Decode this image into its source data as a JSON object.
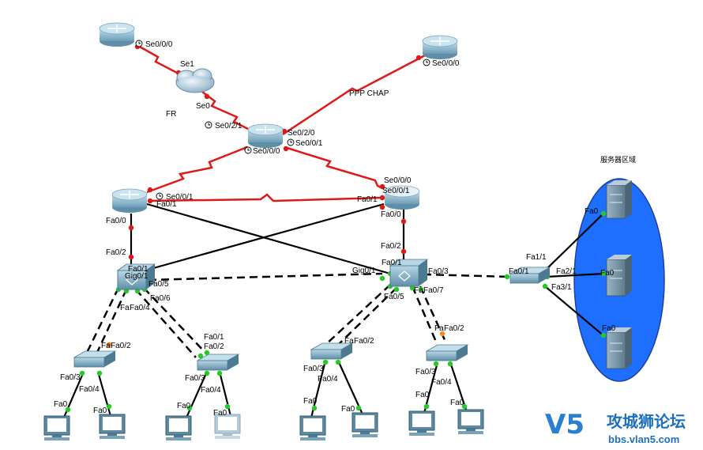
{
  "diagram": {
    "nodes": [
      {
        "id": "r-top-left",
        "type": "router",
        "ports": [
          "Se0/0/0"
        ]
      },
      {
        "id": "r-top-right",
        "type": "router",
        "ports": [
          "Se0/0/0"
        ]
      },
      {
        "id": "frame-relay",
        "type": "cloud",
        "label": "FR",
        "ports": [
          "Se1",
          "Se0"
        ]
      },
      {
        "id": "r-core",
        "type": "router",
        "ports": [
          "Se0/2/1",
          "Se0/2/0",
          "Se0/0/1",
          "Se0/0/0"
        ]
      },
      {
        "id": "r-dist-left",
        "type": "router",
        "ports": [
          "Se0/0/1",
          "Fa0/1",
          "Fa0/0"
        ]
      },
      {
        "id": "r-dist-right",
        "type": "router",
        "ports": [
          "Se0/0/0",
          "Se0/0/1",
          "Fa0/1",
          "Fa0/0"
        ]
      },
      {
        "id": "ml-switch-left",
        "type": "multilayer-switch",
        "ports": [
          "Fa0/2",
          "Fa0/1",
          "Gig0/1",
          "Fa0/5",
          "Fa0/4",
          "Fa0/6",
          "Fa"
        ]
      },
      {
        "id": "ml-switch-right",
        "type": "multilayer-switch",
        "ports": [
          "Fa0/2",
          "Fa0/1",
          "Gig0/1",
          "Fa0/3",
          "Fa0/5",
          "Fa0/7",
          "Fa"
        ]
      },
      {
        "id": "sw-a",
        "type": "switch",
        "ports": [
          "Fa",
          "Fa0/2",
          "Fa0/3",
          "Fa0/4"
        ]
      },
      {
        "id": "sw-b",
        "type": "switch",
        "ports": [
          "Fa0/1",
          "Fa0/2",
          "Fa0/3",
          "Fa0/4"
        ]
      },
      {
        "id": "sw-c",
        "type": "switch",
        "ports": [
          "Fa",
          "Fa0/2",
          "Fa0/3",
          "Fa0/4"
        ]
      },
      {
        "id": "sw-d",
        "type": "switch",
        "ports": [
          "Fa",
          "Fa0/2",
          "Fa0/3",
          "Fa0/4"
        ]
      },
      {
        "id": "sw-server",
        "type": "switch",
        "ports": [
          "Fa0/1",
          "Fa1/1",
          "Fa2/1",
          "Fa3/1"
        ]
      },
      {
        "id": "server-1",
        "type": "server",
        "ports": [
          "Fa0"
        ]
      },
      {
        "id": "server-2",
        "type": "server",
        "ports": [
          "Fa0"
        ]
      },
      {
        "id": "server-3",
        "type": "server",
        "ports": [
          "Fa0"
        ]
      },
      {
        "id": "pc-1",
        "type": "pc",
        "ports": [
          "Fa0"
        ]
      },
      {
        "id": "pc-2",
        "type": "pc",
        "ports": [
          "Fa0"
        ]
      },
      {
        "id": "pc-3",
        "type": "pc",
        "ports": [
          "Fa0"
        ]
      },
      {
        "id": "pc-4",
        "type": "pc",
        "ports": [
          "Fa0"
        ]
      },
      {
        "id": "pc-5",
        "type": "pc",
        "ports": [
          "Fa0"
        ]
      },
      {
        "id": "pc-6",
        "type": "pc",
        "ports": [
          "Fa0"
        ]
      },
      {
        "id": "pc-7",
        "type": "pc",
        "ports": [
          "Fa0"
        ]
      },
      {
        "id": "pc-8",
        "type": "pc",
        "ports": [
          "Fa0"
        ]
      }
    ],
    "links": [
      {
        "from": "r-top-left",
        "to": "frame-relay",
        "kind": "serial",
        "from_port": "Se0/0/0",
        "to_port": "Se1"
      },
      {
        "from": "frame-relay",
        "to": "r-core",
        "kind": "serial",
        "from_port": "Se0",
        "to_port": "Se0/2/1"
      },
      {
        "from": "r-top-right",
        "to": "r-core",
        "kind": "serial",
        "label": "PPP CHAP",
        "from_port": "Se0/0/0",
        "to_port": "Se0/2/0"
      },
      {
        "from": "r-core",
        "to": "r-dist-left",
        "kind": "serial",
        "from_port": "Se0/0/0"
      },
      {
        "from": "r-core",
        "to": "r-dist-right",
        "kind": "serial",
        "from_port": "Se0/0/1",
        "to_port": "Se0/0/0"
      },
      {
        "from": "r-dist-left",
        "to": "r-dist-right",
        "kind": "serial",
        "from_port": "Se0/0/1",
        "to_port": "Se0/0/1"
      },
      {
        "from": "r-dist-left",
        "to": "ml-switch-left",
        "kind": "ethernet",
        "from_port": "Fa0/0",
        "to_port": "Fa0/2"
      },
      {
        "from": "r-dist-right",
        "to": "ml-switch-right",
        "kind": "ethernet",
        "from_port": "Fa0/0",
        "to_port": "Fa0/2"
      },
      {
        "from": "r-dist-left",
        "to": "ml-switch-right",
        "kind": "ethernet",
        "from_port": "Fa0/1",
        "to_port": "Gig0/1"
      },
      {
        "from": "r-dist-right",
        "to": "ml-switch-left",
        "kind": "ethernet",
        "from_port": "Fa0/1",
        "to_port": "Gig0/1"
      },
      {
        "from": "ml-switch-left",
        "to": "ml-switch-right",
        "kind": "crossover",
        "from_port": "Fa0/5",
        "to_port": "Fa0/1"
      },
      {
        "from": "ml-switch-right",
        "to": "sw-server",
        "kind": "crossover",
        "from_port": "Fa0/3",
        "to_port": "Fa0/1"
      },
      {
        "from": "ml-switch-left",
        "to": "sw-a",
        "kind": "crossover-double",
        "from_port": "Fa0/4"
      },
      {
        "from": "ml-switch-left",
        "to": "sw-b",
        "kind": "crossover-double",
        "from_port": "Fa0/6"
      },
      {
        "from": "ml-switch-right",
        "to": "sw-c",
        "kind": "crossover-double",
        "from_port": "Fa0/5"
      },
      {
        "from": "ml-switch-right",
        "to": "sw-d",
        "kind": "crossover-double",
        "from_port": "Fa0/7"
      },
      {
        "from": "sw-server",
        "to": "server-1",
        "kind": "ethernet",
        "from_port": "Fa1/1",
        "to_port": "Fa0"
      },
      {
        "from": "sw-server",
        "to": "server-2",
        "kind": "ethernet",
        "from_port": "Fa2/1",
        "to_port": "Fa0"
      },
      {
        "from": "sw-server",
        "to": "server-3",
        "kind": "ethernet",
        "from_port": "Fa3/1",
        "to_port": "Fa0"
      },
      {
        "from": "sw-a",
        "to": "pc-1",
        "kind": "ethernet",
        "from_port": "Fa0/3",
        "to_port": "Fa0"
      },
      {
        "from": "sw-a",
        "to": "pc-2",
        "kind": "ethernet",
        "from_port": "Fa0/4",
        "to_port": "Fa0"
      },
      {
        "from": "sw-b",
        "to": "pc-3",
        "kind": "ethernet",
        "from_port": "Fa0/3",
        "to_port": "Fa0"
      },
      {
        "from": "sw-b",
        "to": "pc-4",
        "kind": "ethernet",
        "from_port": "Fa0/4",
        "to_port": "Fa0"
      },
      {
        "from": "sw-c",
        "to": "pc-5",
        "kind": "ethernet",
        "from_port": "Fa0/3",
        "to_port": "Fa0"
      },
      {
        "from": "sw-c",
        "to": "pc-6",
        "kind": "ethernet",
        "from_port": "Fa0/4",
        "to_port": "Fa0"
      },
      {
        "from": "sw-d",
        "to": "pc-7",
        "kind": "ethernet",
        "from_port": "Fa0/3",
        "to_port": "Fa0"
      },
      {
        "from": "sw-d",
        "to": "pc-8",
        "kind": "ethernet",
        "from_port": "Fa0/4",
        "to_port": "Fa0"
      }
    ],
    "labels": {
      "r_tl_se000": "Se0/0/0",
      "r_tr_se000": "Se0/0/0",
      "fr_se1": "Se1",
      "fr_se0": "Se0",
      "fr_name": "FR",
      "ppp_chap": "PPP CHAP",
      "core_se021": "Se0/2/1",
      "core_se020": "Se0/2/0",
      "core_se001": "Se0/0/1",
      "core_se000": "Se0/0/0",
      "dl_se001": "Se0/0/1",
      "dl_fa01": "Fa0/1",
      "dl_fa00": "Fa0/0",
      "dr_se000": "Se0/0/0",
      "dr_se001": "Se0/0/1",
      "dr_fa01": "Fa0/1",
      "dr_fa00": "Fa0/0",
      "mlL_fa02": "Fa0/2",
      "mlL_fa01": "Fa0/1",
      "mlL_gig01": "Gig0/1",
      "mlL_fa05": "Fa0/5",
      "mlL_fa": "Fa",
      "mlL_fa04": "Fa0/4",
      "mlL_fa06": "Fa0/6",
      "mlR_fa02": "Fa0/2",
      "mlR_gig01": "Gig0/1",
      "mlR_fa01": "Fa0/1",
      "mlR_fa03": "Fa0/3",
      "mlR_fa": "Fa",
      "mlR_fa05": "Fa0/5",
      "mlR_fa07": "Fa0/7",
      "swA_fa": "Fa",
      "swA_fa02": "Fa0/2",
      "swA_fa03": "Fa0/3",
      "swA_fa04": "Fa0/4",
      "swB_fa01": "Fa0/1",
      "swB_fa02": "Fa0/2",
      "swB_fa03": "Fa0/3",
      "swB_fa04": "Fa0/4",
      "swC_fa": "Fa",
      "swC_fa02": "Fa0/2",
      "swC_fa03": "Fa0/3",
      "swC_fa04": "Fa0/4",
      "swD_fa": "Fa",
      "swD_fa02": "Fa0/2",
      "swD_fa03": "Fa0/3",
      "swD_fa04": "Fa0/4",
      "pc1_fa0": "Fa0",
      "pc2_fa0": "Fa0",
      "pc3_fa0": "Fa0",
      "pc4_fa0": "Fa0",
      "pc5_fa0": "Fa0",
      "pc6_fa0": "Fa0",
      "pc7_fa0": "Fa0",
      "pc8_fa0": "Fa0",
      "sws_fa01": "Fa0/1",
      "sws_fa11": "Fa1/1",
      "sws_fa21": "Fa2/1",
      "sws_fa31": "Fa3/1",
      "srv1_fa0": "Fa0",
      "srv2_fa0": "Fa0",
      "srv3_fa0": "Fa0"
    },
    "server_zone_title": "服务器区域"
  },
  "watermark": {
    "mark": "V5",
    "name": "攻城狮论坛",
    "url": "bbs.vlan5.com"
  },
  "colors": {
    "serial_link": "#e01818",
    "ethernet_link": "#000000",
    "port_up": "#22cc22",
    "port_down": "#e01818",
    "server_zone_fill": "#1e6fff",
    "server_zone_stroke": "#1a3fa0",
    "device_body": "#6f9fb8",
    "device_top": "#a9cfe0",
    "brand_blue": "#1f6fc0"
  }
}
